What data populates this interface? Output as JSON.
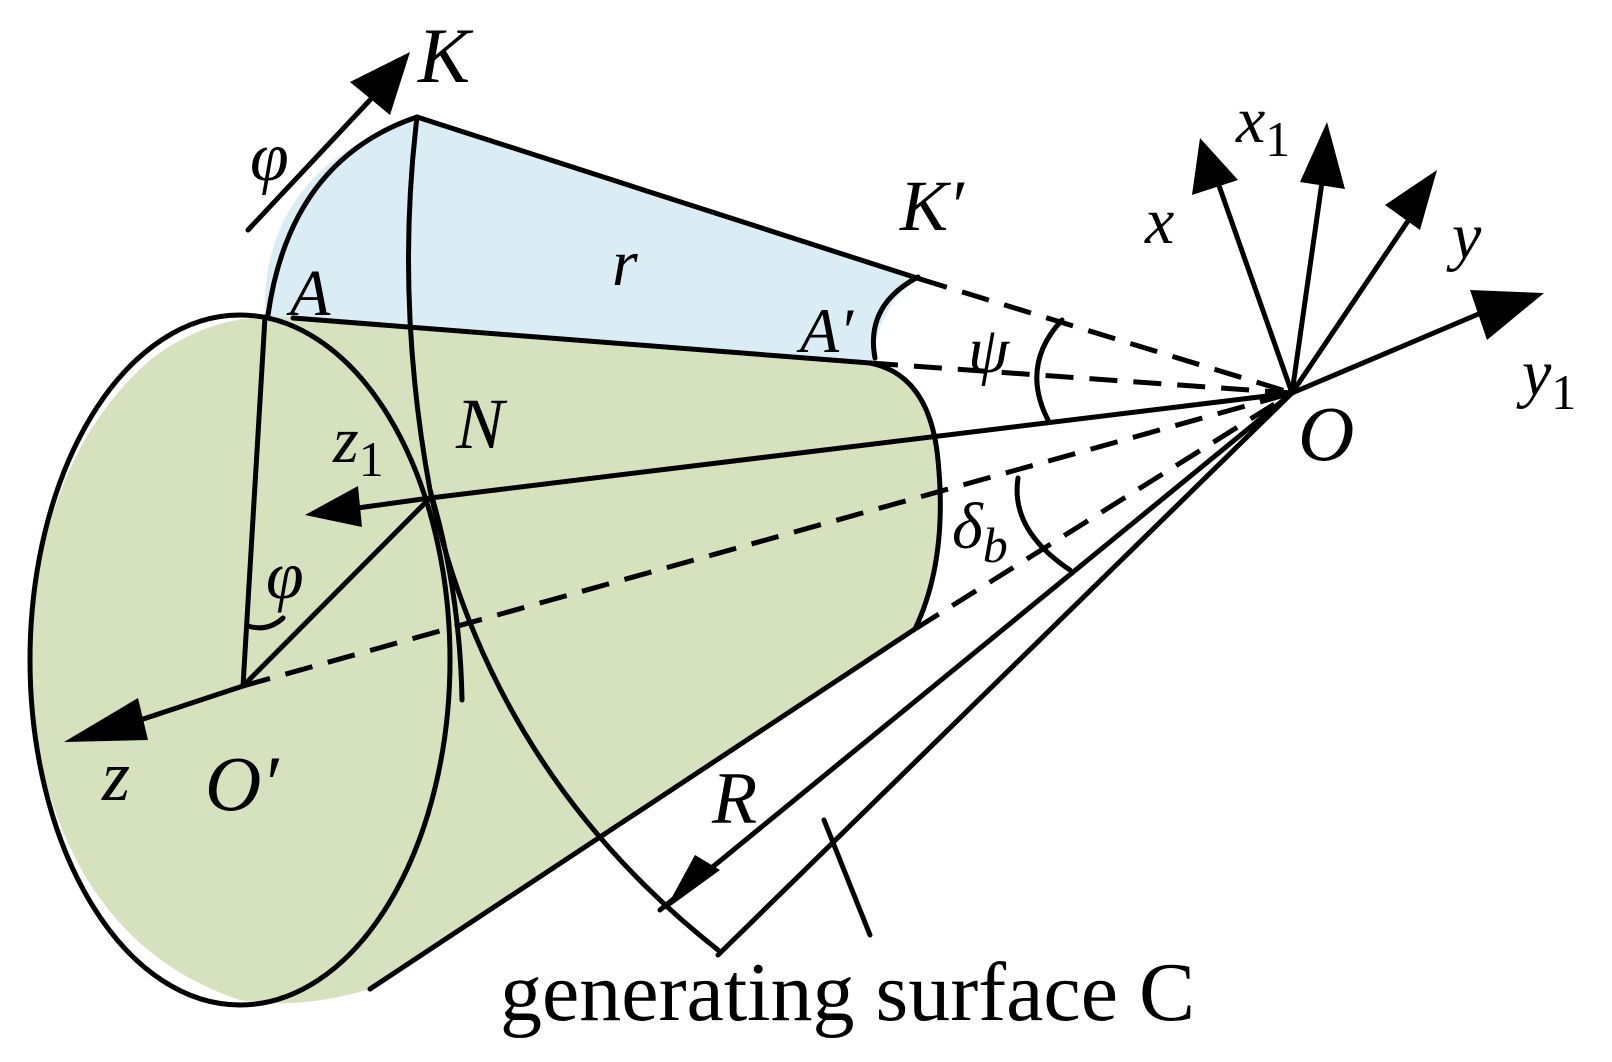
{
  "colors": {
    "cone_fill": "#d6e2bd",
    "sector_fill": "#daedf4",
    "stroke": "#000000",
    "background": "#ffffff"
  },
  "labels": {
    "K": "K",
    "K_prime": "K′",
    "phi_top": "φ",
    "A": "A",
    "A_prime": "A′",
    "r": "r",
    "psi": "ψ",
    "x": "x",
    "x1": "x",
    "x1_sub": "1",
    "y": "y",
    "y1": "y",
    "y1_sub": "1",
    "O": "O",
    "N": "N",
    "z1": "z",
    "z1_sub": "1",
    "delta_b": "δ",
    "delta_b_sub": "b",
    "phi_inner": "φ",
    "z": "z",
    "O_prime": "O′",
    "R": "R"
  },
  "caption": "generating surface C"
}
